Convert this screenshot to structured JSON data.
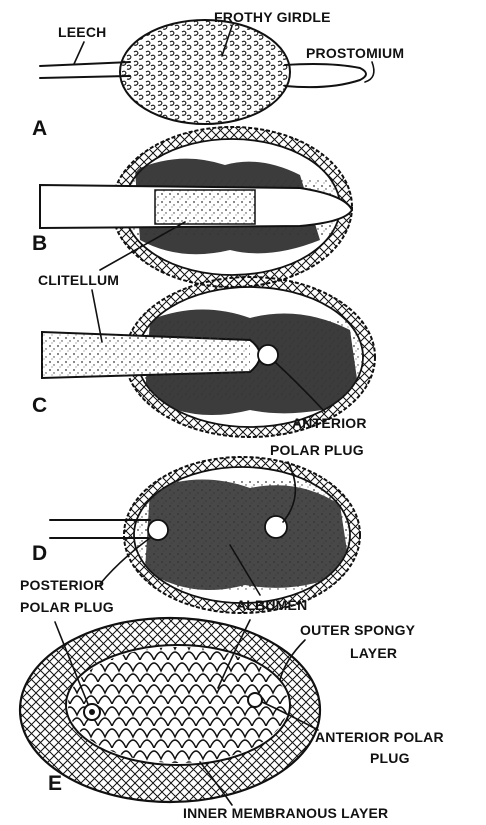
{
  "figure": {
    "panels": [
      {
        "letter": "A"
      },
      {
        "letter": "B"
      },
      {
        "letter": "C"
      },
      {
        "letter": "D"
      },
      {
        "letter": "E"
      }
    ],
    "labels": {
      "leech": "LEECH",
      "frothy_girdle": "FROTHY GIRDLE",
      "prostomium": "PROSTOMIUM",
      "clitellum": "CLITELLUM",
      "anterior_polar_plug_c_line1": "ANTERIOR",
      "anterior_polar_plug_c_line2": "POLAR PLUG",
      "posterior_polar_plug_line1": "POSTERIOR",
      "posterior_polar_plug_line2": "POLAR PLUG",
      "albumen": "ALBUMEN",
      "outer_spongy_layer_line1": "OUTER SPONGY",
      "outer_spongy_layer_line2": "LAYER",
      "anterior_polar_plug_e_line1": "ANTERIOR POLAR",
      "anterior_polar_plug_e_line2": "PLUG",
      "inner_membranous_layer": "INNER MEMBRANOUS LAYER"
    }
  },
  "colors": {
    "ink": "#111111",
    "background": "#ffffff",
    "mottle": "#1a1a1a"
  }
}
